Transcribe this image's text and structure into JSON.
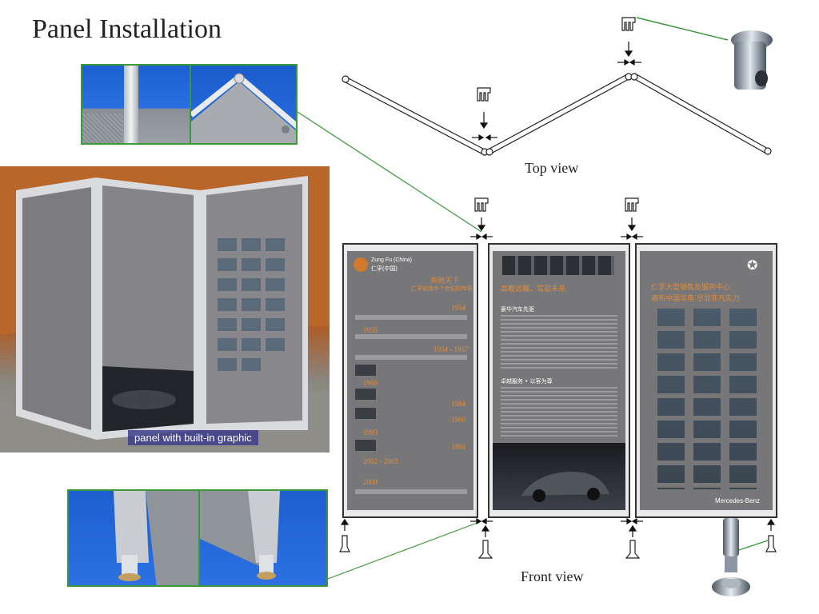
{
  "title": "Panel Installation",
  "views": {
    "top": "Top view",
    "front": "Front view"
  },
  "photo_caption": "panel with built-in graphic",
  "brand": {
    "company_en": "Zung Fu (China)",
    "company_cn": "仁孚(中国)",
    "mercedes": "Mercedes-Benz"
  },
  "panel_left": {
    "heading_cn": "奔驰天下",
    "subheading_cn": "仁孚创造半个世纪的传奇",
    "years": [
      "1954",
      "1955",
      "1954 - 1957",
      "1969",
      "1984",
      "1990",
      "1993",
      "1994",
      "2002 - 2003",
      "2009"
    ]
  },
  "panel_middle": {
    "heading_cn": "高瞻远瞩，驾驭未来",
    "section1": "豪华汽车先驱",
    "section2": "卓越服务 • 以客为尊"
  },
  "panel_right": {
    "heading_cn_1": "仁孚大型销售及服务中心",
    "heading_cn_2": "遍布中国华南  尽显非凡实力"
  },
  "colors": {
    "accent_green": "#3a9a3a",
    "panel_gray": "#77777a",
    "frame_silver": "#d4d6da",
    "orange_text": "#e08b3a"
  }
}
